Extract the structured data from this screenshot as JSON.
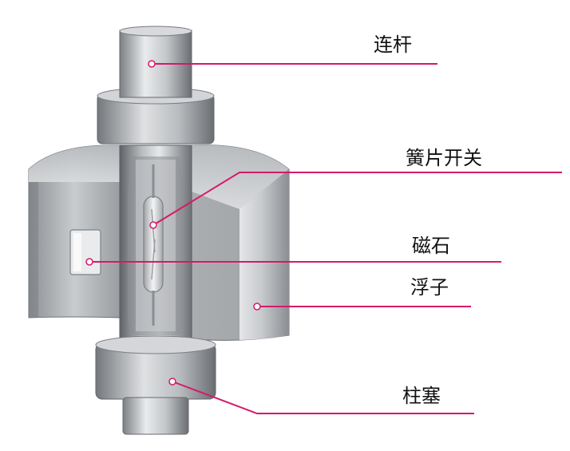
{
  "diagram": {
    "labels": {
      "connecting_rod": "连杆",
      "reed_switch": "簧片开关",
      "magnet": "磁石",
      "float": "浮子",
      "plug": "柱塞"
    },
    "colors": {
      "leader_line": "#d6196a",
      "dot": "#ffffff",
      "metal_dark": "#6f7276",
      "metal_mid": "#a9adb1",
      "metal_light": "#e6e8ea"
    }
  }
}
